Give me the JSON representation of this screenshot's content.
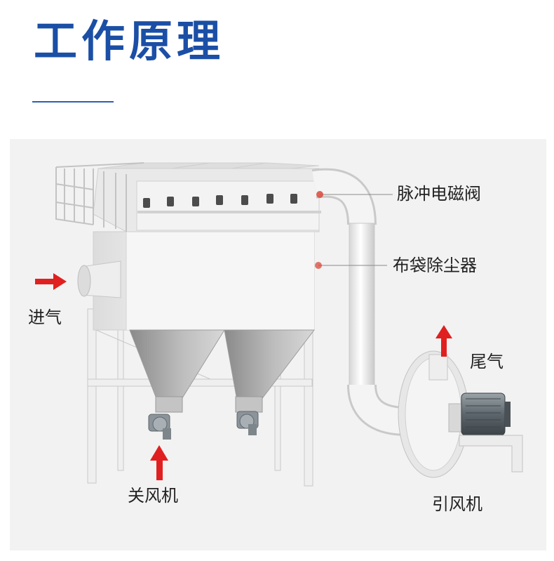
{
  "title": "工作原理",
  "labels": {
    "pulse_valve": "脉冲电磁阀",
    "bag_filter": "布袋除尘器",
    "air_inlet": "进气",
    "exhaust": "尾气",
    "rotary_valve": "关风机",
    "induced_fan": "引风机"
  },
  "colors": {
    "title": "#1b4fa6",
    "arrow": "#e02020",
    "marker": "#d9483a"
  }
}
